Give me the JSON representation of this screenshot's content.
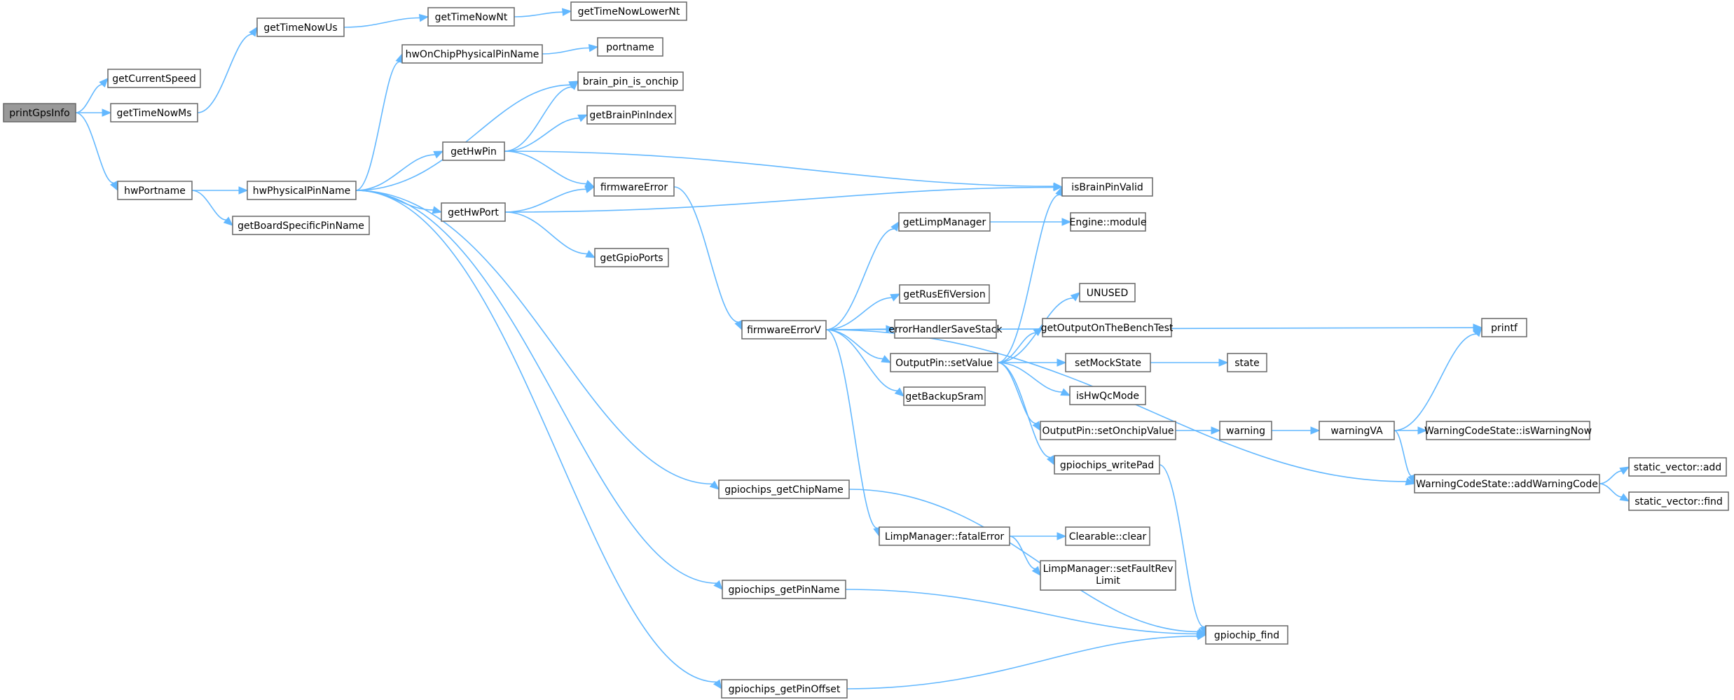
{
  "diagram": {
    "kind": "call graph",
    "colors": {
      "edge": "#63b8ff",
      "node_border": "#666666",
      "node_fill": "#ffffff",
      "root_fill": "#999999",
      "text": "#000000"
    },
    "root": "printGpsInfo",
    "nodes": [
      {
        "id": "printGpsInfo",
        "label": "printGpsInfo"
      },
      {
        "id": "getCurrentSpeed",
        "label": "getCurrentSpeed"
      },
      {
        "id": "getTimeNowMs",
        "label": "getTimeNowMs"
      },
      {
        "id": "getTimeNowUs",
        "label": "getTimeNowUs"
      },
      {
        "id": "getTimeNowNt",
        "label": "getTimeNowNt"
      },
      {
        "id": "getTimeNowLowerNt",
        "label": "getTimeNowLowerNt"
      },
      {
        "id": "hwPortname",
        "label": "hwPortname"
      },
      {
        "id": "hwPhysicalPinName",
        "label": "hwPhysicalPinName"
      },
      {
        "id": "getBoardSpecificPinName",
        "label": "getBoardSpecificPinName"
      },
      {
        "id": "hwOnChipPhysicalPinName",
        "label": "hwOnChipPhysicalPinName"
      },
      {
        "id": "portname",
        "label": "portname"
      },
      {
        "id": "brain_pin_is_onchip",
        "label": "brain_pin_is_onchip"
      },
      {
        "id": "getBrainPinIndex",
        "label": "getBrainPinIndex"
      },
      {
        "id": "getHwPin",
        "label": "getHwPin"
      },
      {
        "id": "getHwPort",
        "label": "getHwPort"
      },
      {
        "id": "firmwareError",
        "label": "firmwareError"
      },
      {
        "id": "getGpioPorts",
        "label": "getGpioPorts"
      },
      {
        "id": "isBrainPinValid",
        "label": "isBrainPinValid"
      },
      {
        "id": "getLimpManager",
        "label": "getLimpManager"
      },
      {
        "id": "Engine_module",
        "label": "Engine::module"
      },
      {
        "id": "firmwareErrorV",
        "label": "firmwareErrorV"
      },
      {
        "id": "getRusEfiVersion",
        "label": "getRusEfiVersion"
      },
      {
        "id": "errorHandlerSaveStack",
        "label": "errorHandlerSaveStack"
      },
      {
        "id": "OutputPin_setValue",
        "label": "OutputPin::setValue"
      },
      {
        "id": "UNUSED",
        "label": "UNUSED"
      },
      {
        "id": "getOutputOnTheBenchTest",
        "label": "getOutputOnTheBenchTest"
      },
      {
        "id": "setMockState",
        "label": "setMockState"
      },
      {
        "id": "state",
        "label": "state"
      },
      {
        "id": "isHwQcMode",
        "label": "isHwQcMode"
      },
      {
        "id": "getBackupSram",
        "label": "getBackupSram"
      },
      {
        "id": "printf",
        "label": "printf"
      },
      {
        "id": "OutputPin_setOnchipValue",
        "label": "OutputPin::setOnchipValue"
      },
      {
        "id": "warning",
        "label": "warning"
      },
      {
        "id": "warningVA",
        "label": "warningVA"
      },
      {
        "id": "WarningCodeState_isWarningNow",
        "label": "WarningCodeState::isWarningNow"
      },
      {
        "id": "gpiochips_writePad",
        "label": "gpiochips_writePad"
      },
      {
        "id": "WarningCodeState_addWarningCode",
        "label": "WarningCodeState::addWarningCode"
      },
      {
        "id": "static_vector_add",
        "label": "static_vector::add"
      },
      {
        "id": "static_vector_find",
        "label": "static_vector::find"
      },
      {
        "id": "gpiochips_getChipName",
        "label": "gpiochips_getChipName"
      },
      {
        "id": "LimpManager_fatalError",
        "label": "LimpManager::fatalError"
      },
      {
        "id": "Clearable_clear",
        "label": "Clearable::clear"
      },
      {
        "id": "LimpManager_setFaultRevLimit",
        "label": "LimpManager::setFaultRev Limit",
        "lines": [
          "LimpManager::setFaultRev",
          "Limit"
        ]
      },
      {
        "id": "gpiochips_getPinName",
        "label": "gpiochips_getPinName"
      },
      {
        "id": "gpiochip_find",
        "label": "gpiochip_find"
      },
      {
        "id": "gpiochips_getPinOffset",
        "label": "gpiochips_getPinOffset"
      }
    ],
    "edges": [
      [
        "printGpsInfo",
        "getCurrentSpeed"
      ],
      [
        "printGpsInfo",
        "getTimeNowMs"
      ],
      [
        "printGpsInfo",
        "hwPortname"
      ],
      [
        "getTimeNowMs",
        "getTimeNowUs"
      ],
      [
        "getTimeNowUs",
        "getTimeNowNt"
      ],
      [
        "getTimeNowNt",
        "getTimeNowLowerNt"
      ],
      [
        "hwPortname",
        "hwPhysicalPinName"
      ],
      [
        "hwPortname",
        "getBoardSpecificPinName"
      ],
      [
        "hwPhysicalPinName",
        "hwOnChipPhysicalPinName"
      ],
      [
        "hwPhysicalPinName",
        "brain_pin_is_onchip"
      ],
      [
        "hwPhysicalPinName",
        "getHwPin"
      ],
      [
        "hwPhysicalPinName",
        "getHwPort"
      ],
      [
        "hwPhysicalPinName",
        "gpiochips_getChipName"
      ],
      [
        "hwPhysicalPinName",
        "gpiochips_getPinName"
      ],
      [
        "hwPhysicalPinName",
        "gpiochips_getPinOffset"
      ],
      [
        "hwOnChipPhysicalPinName",
        "portname"
      ],
      [
        "getHwPin",
        "brain_pin_is_onchip"
      ],
      [
        "getHwPin",
        "getBrainPinIndex"
      ],
      [
        "getHwPin",
        "firmwareError"
      ],
      [
        "getHwPin",
        "isBrainPinValid"
      ],
      [
        "getHwPort",
        "firmwareError"
      ],
      [
        "getHwPort",
        "isBrainPinValid"
      ],
      [
        "getHwPort",
        "getGpioPorts"
      ],
      [
        "firmwareError",
        "firmwareErrorV"
      ],
      [
        "firmwareErrorV",
        "getLimpManager"
      ],
      [
        "firmwareErrorV",
        "printf"
      ],
      [
        "firmwareErrorV",
        "getRusEfiVersion"
      ],
      [
        "firmwareErrorV",
        "errorHandlerSaveStack"
      ],
      [
        "firmwareErrorV",
        "OutputPin_setValue"
      ],
      [
        "firmwareErrorV",
        "getBackupSram"
      ],
      [
        "firmwareErrorV",
        "WarningCodeState_addWarningCode"
      ],
      [
        "firmwareErrorV",
        "LimpManager_fatalError"
      ],
      [
        "getLimpManager",
        "Engine_module"
      ],
      [
        "OutputPin_setValue",
        "isBrainPinValid"
      ],
      [
        "OutputPin_setValue",
        "UNUSED"
      ],
      [
        "OutputPin_setValue",
        "getOutputOnTheBenchTest"
      ],
      [
        "OutputPin_setValue",
        "setMockState"
      ],
      [
        "OutputPin_setValue",
        "isHwQcMode"
      ],
      [
        "OutputPin_setValue",
        "OutputPin_setOnchipValue"
      ],
      [
        "OutputPin_setValue",
        "gpiochips_writePad"
      ],
      [
        "setMockState",
        "state"
      ],
      [
        "OutputPin_setOnchipValue",
        "warning"
      ],
      [
        "warning",
        "warningVA"
      ],
      [
        "warningVA",
        "printf"
      ],
      [
        "warningVA",
        "WarningCodeState_isWarningNow"
      ],
      [
        "warningVA",
        "WarningCodeState_addWarningCode"
      ],
      [
        "WarningCodeState_addWarningCode",
        "static_vector_add"
      ],
      [
        "WarningCodeState_addWarningCode",
        "static_vector_find"
      ],
      [
        "gpiochips_writePad",
        "gpiochip_find"
      ],
      [
        "gpiochips_getChipName",
        "gpiochip_find"
      ],
      [
        "gpiochips_getPinName",
        "gpiochip_find"
      ],
      [
        "gpiochips_getPinOffset",
        "gpiochip_find"
      ],
      [
        "LimpManager_fatalError",
        "Clearable_clear"
      ],
      [
        "LimpManager_fatalError",
        "LimpManager_setFaultRevLimit"
      ]
    ]
  }
}
